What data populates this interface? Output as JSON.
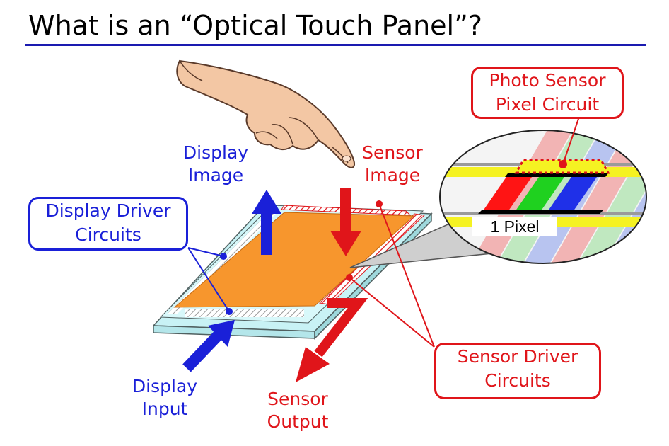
{
  "slide": {
    "title": "What is an “Optical Touch Panel”?"
  },
  "labels": {
    "display_image": [
      "Display",
      "Image"
    ],
    "sensor_image": [
      "Sensor",
      "Image"
    ],
    "display_input": [
      "Display",
      "Input"
    ],
    "sensor_output": [
      "Sensor",
      "Output"
    ],
    "one_pixel": "1 Pixel"
  },
  "callouts": {
    "photo_sensor": [
      "Photo Sensor",
      "Pixel Circuit"
    ],
    "display_driver": [
      "Display Driver",
      "Circuits"
    ],
    "sensor_driver": [
      "Sensor Driver",
      "Circuits"
    ]
  },
  "colors": {
    "display_blue": "#1a20d8",
    "sensor_red": "#e0151a",
    "panel_orange": "#f7962d",
    "glass_cyan": "#c8f2f5",
    "subpixel_red": "#ff1414",
    "subpixel_green": "#1fd11f",
    "subpixel_blue": "#1f30e8",
    "sensor_line_yellow": "#f5f222"
  },
  "icons": {
    "hand": "pointing-hand-icon"
  }
}
